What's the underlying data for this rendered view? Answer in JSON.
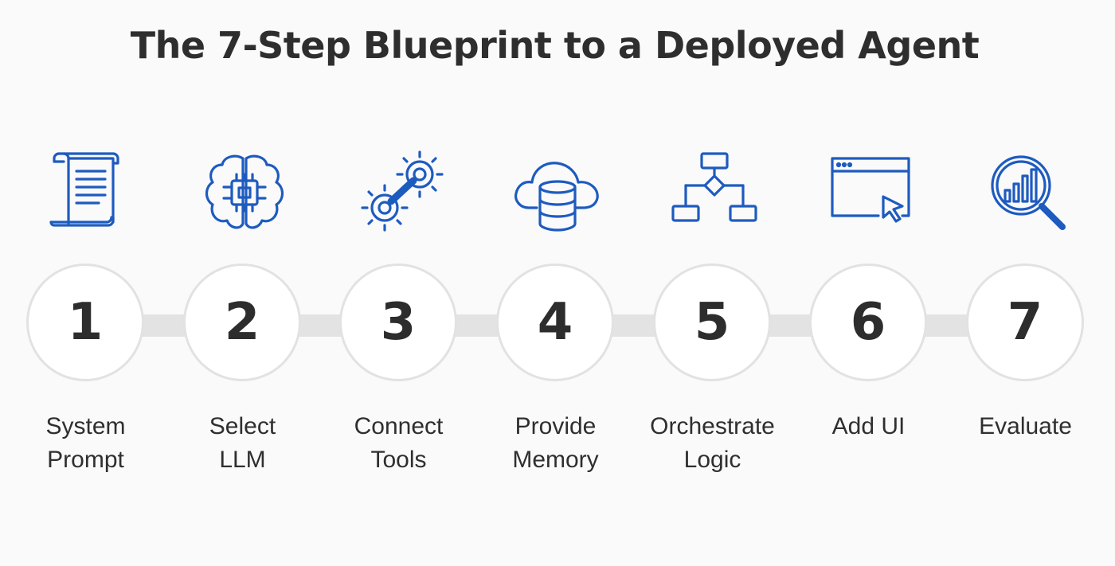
{
  "title": "The 7-Step Blueprint to a Deployed Agent",
  "accent_color": "#1e5bbf",
  "steps": [
    {
      "number": "1",
      "line1": "System",
      "line2": "Prompt",
      "icon": "scroll-document-icon"
    },
    {
      "number": "2",
      "line1": "Select",
      "line2": "LLM",
      "icon": "brain-chip-icon"
    },
    {
      "number": "3",
      "line1": "Connect",
      "line2": "Tools",
      "icon": "gear-wrench-icon"
    },
    {
      "number": "4",
      "line1": "Provide",
      "line2": "Memory",
      "icon": "cloud-database-icon"
    },
    {
      "number": "5",
      "line1": "Orchestrate",
      "line2": "Logic",
      "icon": "flowchart-icon"
    },
    {
      "number": "6",
      "line1": "Add UI",
      "line2": "",
      "icon": "browser-cursor-icon"
    },
    {
      "number": "7",
      "line1": "Evaluate",
      "line2": "",
      "icon": "magnifier-chart-icon"
    }
  ]
}
